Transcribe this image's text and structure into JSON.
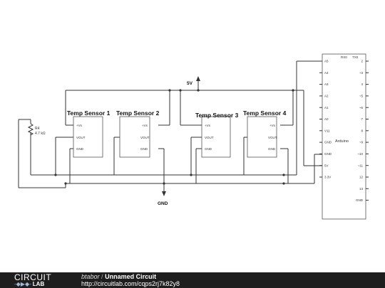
{
  "diagram": {
    "sensors": [
      {
        "title": "Temp Sensor 1",
        "pins": [
          "+Vs",
          "VOUT",
          "GND"
        ]
      },
      {
        "title": "Temp Sensor 2",
        "pins": [
          "+Vs",
          "VOUT",
          "GND"
        ]
      },
      {
        "title": "Temp Sensor 3",
        "pins": [
          "+Vs",
          "VOUT",
          "GND"
        ]
      },
      {
        "title": "Temp Sensor 4",
        "pins": [
          "+Vs",
          "VOUT",
          "GND"
        ]
      }
    ],
    "resistor": {
      "ref": "R4",
      "value": "4.7 kΩ"
    },
    "power_label": "5V",
    "ground_label": "GND",
    "arduino": {
      "name": "Arduino",
      "top_pins": [
        "RX0",
        "TX0"
      ],
      "left_pins": [
        "A5",
        "A4",
        "A3",
        "A2",
        "A1",
        "A0",
        "V11",
        "GND",
        "GND",
        "5V",
        "3.3V"
      ],
      "right_pins": [
        "2",
        "~3",
        "4",
        "~5",
        "~6",
        "7",
        "8",
        "~9",
        "~10",
        "~11",
        "12",
        "13",
        "GND"
      ]
    }
  },
  "footer": {
    "logo_top": "CIRCUIT",
    "logo_bottom_left": "-◆▶◆-",
    "logo_bottom_right": "LAB",
    "user": "btabor",
    "separator": "/",
    "circuit_name": "Unnamed Circuit",
    "url": "http://circuitlab.com/cqps2rj7k82y8"
  }
}
